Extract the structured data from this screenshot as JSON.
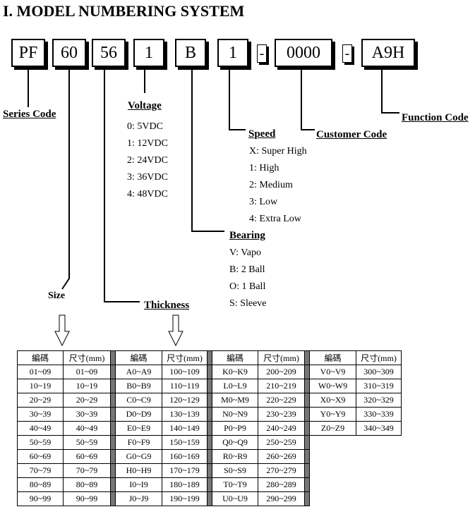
{
  "title": "I. MODEL NUMBERING SYSTEM",
  "model_boxes": [
    "PF",
    "60",
    "56",
    "1",
    "B",
    "1",
    "-",
    "0000",
    "-",
    "A9H"
  ],
  "series_code": "Series Code",
  "size_label": "Size",
  "thickness_label": "Thickness",
  "voltage": {
    "title": "Voltage",
    "options": [
      "0: 5VDC",
      "1: 12VDC",
      "2: 24VDC",
      "3: 36VDC",
      "4: 48VDC"
    ]
  },
  "speed": {
    "title": "Speed",
    "options": [
      "X: Super High",
      "1: High",
      "2: Medium",
      "3: Low",
      "4:  Extra Low"
    ]
  },
  "bearing": {
    "title": "Bearing",
    "options": [
      "V: Vapo",
      "B: 2 Ball",
      "O: 1 Ball",
      "S: Sleeve"
    ]
  },
  "customer_code": "Customer Code",
  "function_code": "Function Code",
  "table": {
    "header": [
      "編碼",
      "尺寸(mm)"
    ],
    "groups": [
      [
        [
          "01~09",
          "01~09"
        ],
        [
          "10~19",
          "10~19"
        ],
        [
          "20~29",
          "20~29"
        ],
        [
          "30~39",
          "30~39"
        ],
        [
          "40~49",
          "40~49"
        ],
        [
          "50~59",
          "50~59"
        ],
        [
          "60~69",
          "60~69"
        ],
        [
          "70~79",
          "70~79"
        ],
        [
          "80~89",
          "80~89"
        ],
        [
          "90~99",
          "90~99"
        ]
      ],
      [
        [
          "A0~A9",
          "100~109"
        ],
        [
          "B0~B9",
          "110~119"
        ],
        [
          "C0~C9",
          "120~129"
        ],
        [
          "D0~D9",
          "130~139"
        ],
        [
          "E0~E9",
          "140~149"
        ],
        [
          "F0~F9",
          "150~159"
        ],
        [
          "G0~G9",
          "160~169"
        ],
        [
          "H0~H9",
          "170~179"
        ],
        [
          "I0~I9",
          "180~189"
        ],
        [
          "J0~J9",
          "190~199"
        ]
      ],
      [
        [
          "K0~K9",
          "200~209"
        ],
        [
          "L0~L9",
          "210~219"
        ],
        [
          "M0~M9",
          "220~229"
        ],
        [
          "N0~N9",
          "230~239"
        ],
        [
          "P0~P9",
          "240~249"
        ],
        [
          "Q0~Q9",
          "250~259"
        ],
        [
          "R0~R9",
          "260~269"
        ],
        [
          "S0~S9",
          "270~279"
        ],
        [
          "T0~T9",
          "280~289"
        ],
        [
          "U0~U9",
          "290~299"
        ]
      ],
      [
        [
          "V0~V9",
          "300~309"
        ],
        [
          "W0~W9",
          "310~319"
        ],
        [
          "X0~X9",
          "320~329"
        ],
        [
          "Y0~Y9",
          "330~339"
        ],
        [
          "Z0~Z9",
          "340~349"
        ]
      ]
    ]
  }
}
